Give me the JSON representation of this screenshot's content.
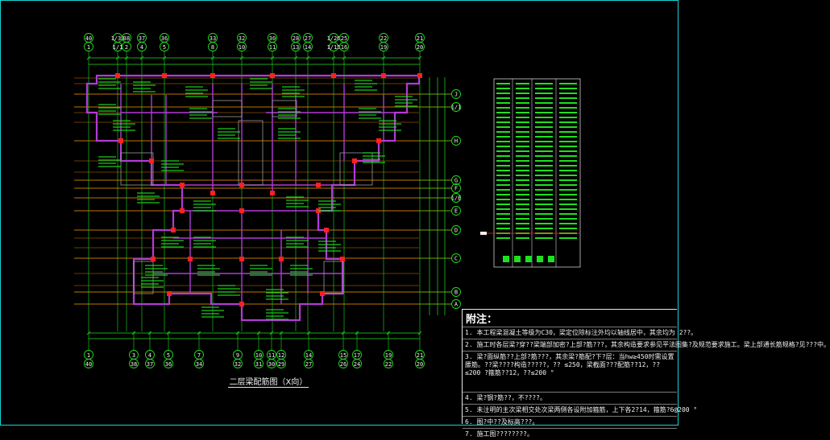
{
  "drawing": {
    "title": "二层梁配筋图（X向）",
    "top_axes": [
      {
        "num": "40",
        "sub": "1"
      },
      {
        "num": "1/39",
        "sub": "1/1"
      },
      {
        "num": "38",
        "sub": "2"
      },
      {
        "num": "37",
        "sub": "4"
      },
      {
        "num": "36",
        "sub": "5"
      },
      {
        "num": "33",
        "sub": "8"
      },
      {
        "num": "32",
        "sub": "10"
      },
      {
        "num": "30",
        "sub": "11"
      },
      {
        "num": "28",
        "sub": "13"
      },
      {
        "num": "27",
        "sub": "14"
      },
      {
        "num": "1/26",
        "sub": "1/15"
      },
      {
        "num": "25",
        "sub": "16"
      },
      {
        "num": "22",
        "sub": "19"
      },
      {
        "num": "21",
        "sub": "20"
      }
    ],
    "bottom_axes": [
      {
        "num": "1",
        "sub": "40"
      },
      {
        "num": "3",
        "sub": "38"
      },
      {
        "num": "4",
        "sub": "37"
      },
      {
        "num": "5",
        "sub": "36"
      },
      {
        "num": "7",
        "sub": "34"
      },
      {
        "num": "9",
        "sub": "32"
      },
      {
        "num": "10",
        "sub": "31"
      },
      {
        "num": "11",
        "sub": "30"
      },
      {
        "num": "12",
        "sub": "29"
      },
      {
        "num": "14",
        "sub": "27"
      },
      {
        "num": "15",
        "sub": "26"
      },
      {
        "num": "17",
        "sub": "24"
      },
      {
        "num": "19",
        "sub": "22"
      },
      {
        "num": "21",
        "sub": "20"
      }
    ],
    "right_axes": [
      "J",
      "1/1",
      "H",
      "G",
      "F",
      "1/E",
      "E",
      "D",
      "C",
      "B",
      "A"
    ]
  },
  "notes": {
    "title": "附注：",
    "items": [
      "1. 本工程梁混凝土等级为C30，梁定位除标注外均以轴线居中，其余均为 2??。",
      "2. 施工时各层梁?穿??梁端部加密?上部?筋???，其余构造要求参见平法图集?及规范要求施工。梁上部通长筋规格?见???中。",
      "3. 梁?面纵筋??上部?筋???，其余梁?筋配?下?层：当hw≥450时需设置腰筋。??梁????构造?????，?? ≤250，梁截面???配筋??12，??≤200 ?箍筋??12，??≤200 °",
      "4. 梁?钢?筋??，不????。",
      "5. 未注明的主次梁相交处次梁两侧各设附加箍筋，上下各2?14，箍筋?6@200 °",
      "6. 图?中??及标高???。",
      "7. 施工图????????。"
    ]
  },
  "colors": {
    "frame": "#19d3d3",
    "axis": "#1fe01f",
    "gridline": "#ff9a00",
    "beam": "#b23bd6",
    "column": "#ff2020",
    "dim": "#1fe01f",
    "text": "#f0f0f0"
  }
}
